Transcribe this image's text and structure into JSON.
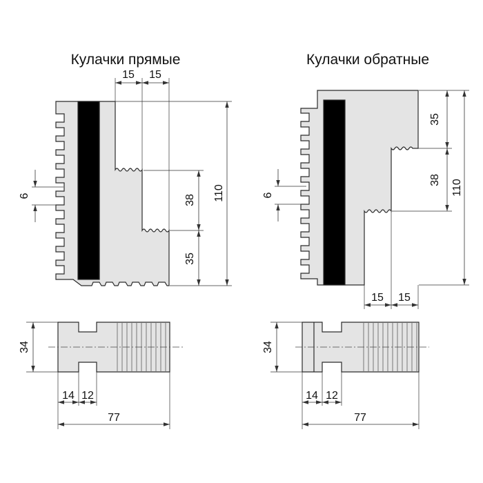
{
  "titles": {
    "direct": "Кулачки прямые",
    "reverse": "Кулачки обратные"
  },
  "dimensions": {
    "direct": {
      "step_1": "15",
      "step_2": "15",
      "tooth_pitch": "6",
      "step_height": "38",
      "base_height": "35",
      "total_height": "110",
      "section_height": "34",
      "slot_offset": "14",
      "slot_width": "12",
      "total_length": "77"
    },
    "reverse": {
      "step_1": "15",
      "step_2": "15",
      "tooth_pitch": "6",
      "top_height": "35",
      "step_height": "38",
      "total_height": "110",
      "section_height": "34",
      "slot_offset": "14",
      "slot_width": "12",
      "total_length": "77"
    }
  },
  "colors": {
    "body_fill": "#e4e4e4",
    "insert_fill": "#c4c4c4",
    "line": "#2a2a2a",
    "text": "#111111"
  }
}
